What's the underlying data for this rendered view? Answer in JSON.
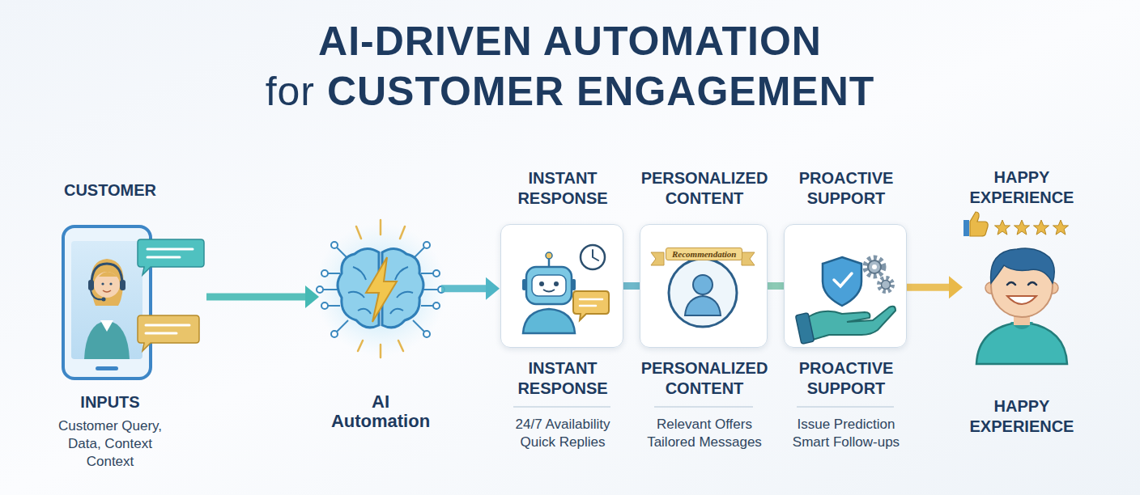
{
  "diagram": {
    "title": "AI-DRIVEN AUTOMATION for CUSTOMER ENGAGEMENT",
    "nodes": [
      {
        "text": [
          "CUSTOMER",
          "INPUTS",
          "Customer Query, Data, Context Context"
        ]
      },
      {
        "text": [
          "AI Automation"
        ]
      },
      {
        "text": [
          "INSTANT RESPONSE",
          "INSTANT RESPONSE",
          "24/7 Availability Quick Replies"
        ]
      },
      {
        "text": [
          "PERSONALIZED CONTENT",
          "Recommendation",
          "PERSONALIZED CONTENT",
          "Relevant Offers Tailored Messages"
        ]
      },
      {
        "text": [
          "PROACTIVE SUPPORT",
          "PROACTIVE SUPPORT",
          "Issue Prediction Smart Follow-ups"
        ]
      },
      {
        "text": [
          "HAPPY EXPERIENCE",
          "HAPPY EXPERIENCE"
        ]
      }
    ],
    "edges": [
      {
        "from": 0,
        "to": 1,
        "arrow": "to"
      },
      {
        "from": 1,
        "to": 2,
        "arrow": "to"
      },
      {
        "from": 2,
        "to": 3,
        "arrow": "none"
      },
      {
        "from": 3,
        "to": 4,
        "arrow": "none"
      },
      {
        "from": 4,
        "to": 5,
        "arrow": "to"
      }
    ]
  }
}
